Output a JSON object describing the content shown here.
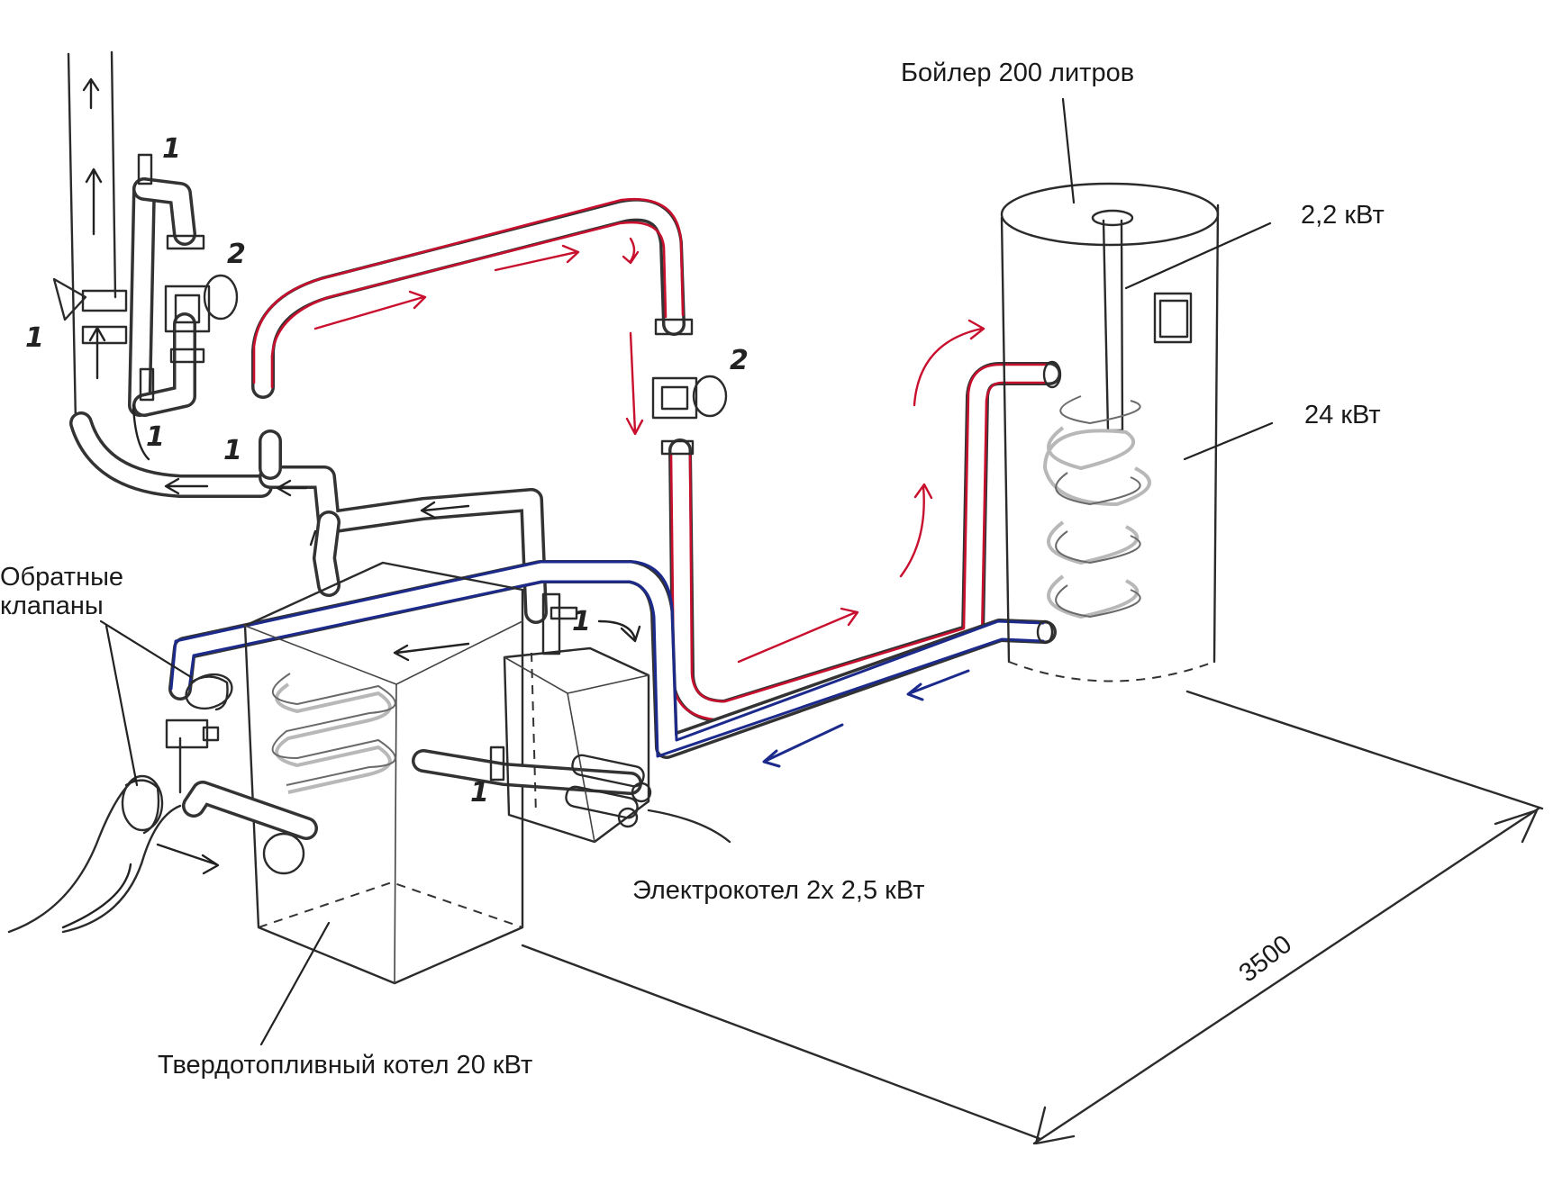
{
  "labels": {
    "boiler": "Бойлер 200 литров",
    "heater_power": "2,2 кВт",
    "coil_power": "24 кВт",
    "check_valves": [
      "Обратные",
      "клапаны"
    ],
    "electric_boiler": "Электрокотел 2х 2,5 кВт",
    "solid_fuel_boiler": "Твердотопливный котел 20 кВт",
    "dimension": "3500"
  },
  "markers": {
    "valve_1": "1",
    "pump_2": "2"
  },
  "colors": {
    "hot_line": "#c8102e",
    "cold_line": "#1c2a8c",
    "ink": "#2b2b2b"
  }
}
